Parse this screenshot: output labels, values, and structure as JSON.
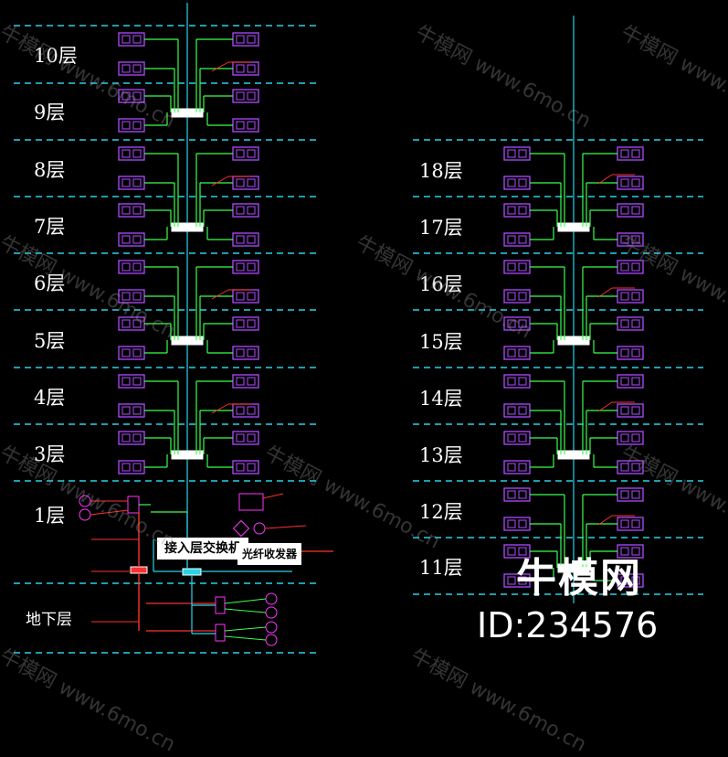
{
  "left_floors": [
    "10层",
    "9层",
    "8层",
    "7层",
    "6层",
    "5层",
    "4层",
    "3层",
    "1层",
    "地下层"
  ],
  "right_floors": [
    "18层",
    "17层",
    "16层",
    "15层",
    "14层",
    "13层",
    "12层",
    "11层"
  ],
  "nodes": {
    "access_switch": "接入层交换机",
    "optical_box": "光纤收发器"
  },
  "watermark": {
    "text": "牛模网 www.6mo.cn"
  },
  "brand": {
    "name": "牛模网",
    "id_text": "ID:234576"
  },
  "colors": {
    "background": "#000000",
    "floor_line": "#29d3e8",
    "riser": "#29d3e8",
    "cable": "#39ff4c",
    "outlet": "#b04bff",
    "red": "#ff3030",
    "magenta": "#ff33ff",
    "yellow": "#ffff00"
  }
}
